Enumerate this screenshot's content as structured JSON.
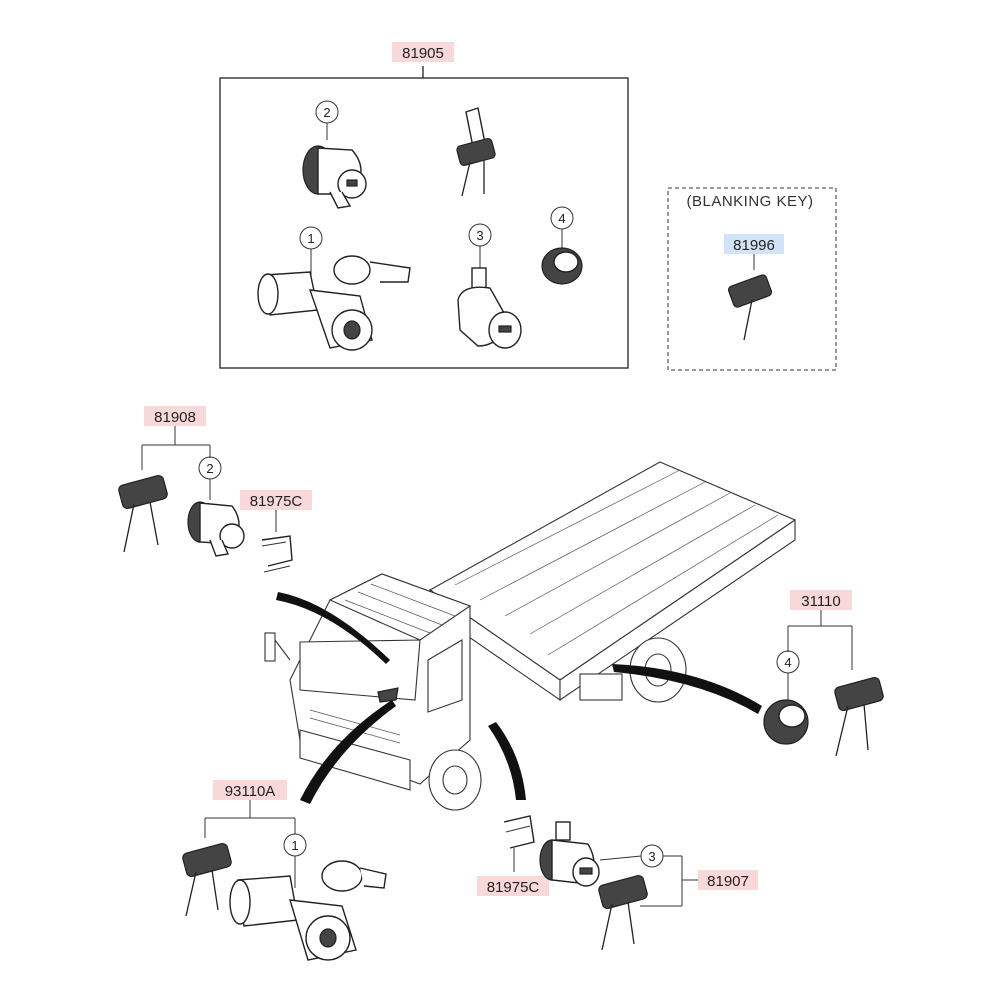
{
  "part_numbers": {
    "main_set": "81905",
    "blanking_key": "81996",
    "door_lock_set_left": "81908",
    "clip_upper": "81975C",
    "fuel_cap_set": "31110",
    "ignition_set": "93110A",
    "clip_lower": "81975C",
    "door_lock_set_right": "81907"
  },
  "labels": {
    "blanking_key_title": "(BLANKING KEY)"
  },
  "callouts": {
    "ignition": "1",
    "door_cylinder": "2",
    "door_cylinder_rh": "3",
    "fuel_cap": "4"
  },
  "colors": {
    "part_number_highlight": "#f8d8d8",
    "blanking_key_highlight": "#d3e3f7",
    "line": "#222222"
  }
}
